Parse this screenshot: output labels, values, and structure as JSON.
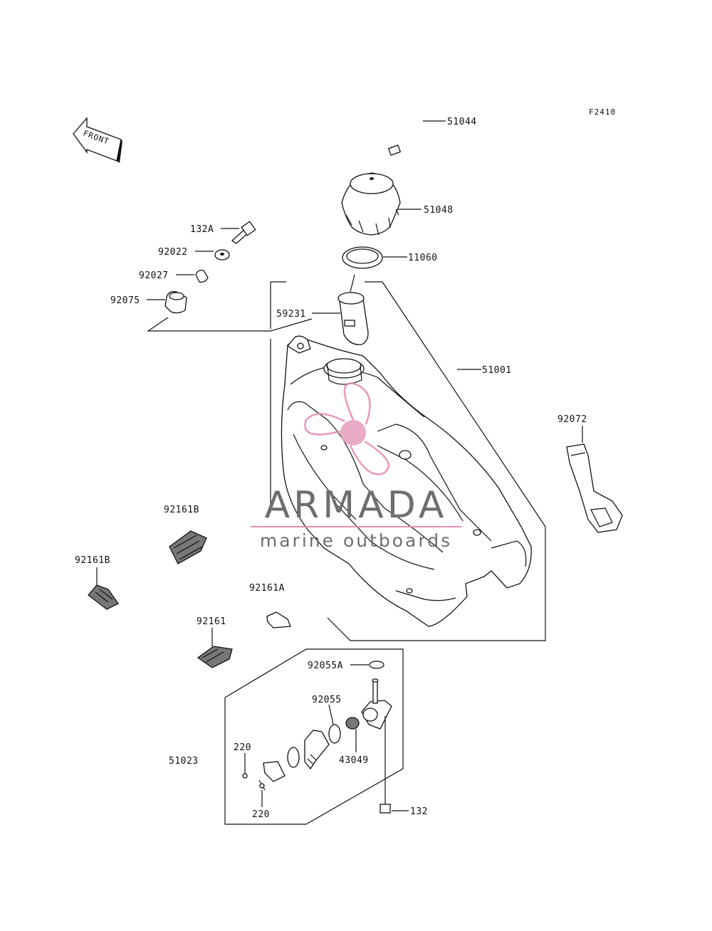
{
  "figure_code": "F2410",
  "front_label": "FRONT",
  "watermark": {
    "title": "ARMADA",
    "subtitle": "marine outboards",
    "title_color": "#6e6e6e",
    "accent_color": "#e58db3",
    "logo_color": "#e8a2c2"
  },
  "parts": {
    "p51044": "51044",
    "p51048": "51048",
    "p11060": "11060",
    "p59231": "59231",
    "p51001": "51001",
    "p132A": "132A",
    "p92022": "92022",
    "p92027": "92027",
    "p92075": "92075",
    "p92072": "92072",
    "p92161B_a": "92161B",
    "p92161B_b": "92161B",
    "p92161A": "92161A",
    "p92161": "92161",
    "p92055A": "92055A",
    "p92055": "92055",
    "p43049": "43049",
    "p51023": "51023",
    "p220_a": "220",
    "p220_b": "220",
    "p132": "132"
  }
}
